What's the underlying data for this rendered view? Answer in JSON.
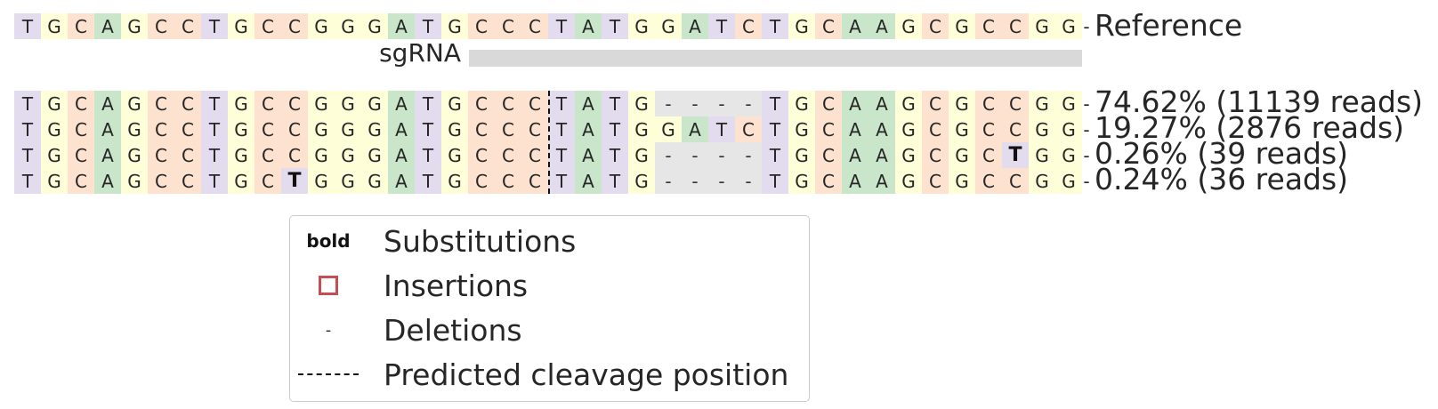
{
  "colors": {
    "A": "#c9e6cb",
    "C": "#fde2cf",
    "G": "#fefed9",
    "T": "#e3dcee",
    "deletion": "#e6e6e6",
    "sgrna": "#d9d9d9",
    "insertion_outline": "#c44e52"
  },
  "reference": {
    "sequence": "TGCAGCCTGCCGGGATGCCCTATGGATCTGCAAGCGCCGG",
    "label": "Reference"
  },
  "sgrna": {
    "label": "sgRNA"
  },
  "alleles": [
    {
      "sequence": "TGCAGCCTGCCGGGATGCCCTATG----TGCAAGCGCCGG",
      "substitutions": [],
      "label": "74.62% (11139 reads)"
    },
    {
      "sequence": "TGCAGCCTGCCGGGATGCCCTATGGATCTGCAAGCGCCGG",
      "substitutions": [],
      "label": "19.27% (2876 reads)"
    },
    {
      "sequence": "TGCAGCCTGCCGGGATGCCCTATG----TGCAAGCGCTGG",
      "substitutions": [
        37
      ],
      "label": "0.26% (39 reads)"
    },
    {
      "sequence": "TGCAGCCTGCTGGGATGCCCTATG----TGCAAGCGCCGG",
      "substitutions": [
        10
      ],
      "label": "0.24% (36 reads)"
    }
  ],
  "legend": {
    "bold_marker": "bold",
    "substitutions": "Substitutions",
    "insertions": "Insertions",
    "deletions_marker": "-",
    "deletions": "Deletions",
    "cleavage": "Predicted cleavage position"
  }
}
